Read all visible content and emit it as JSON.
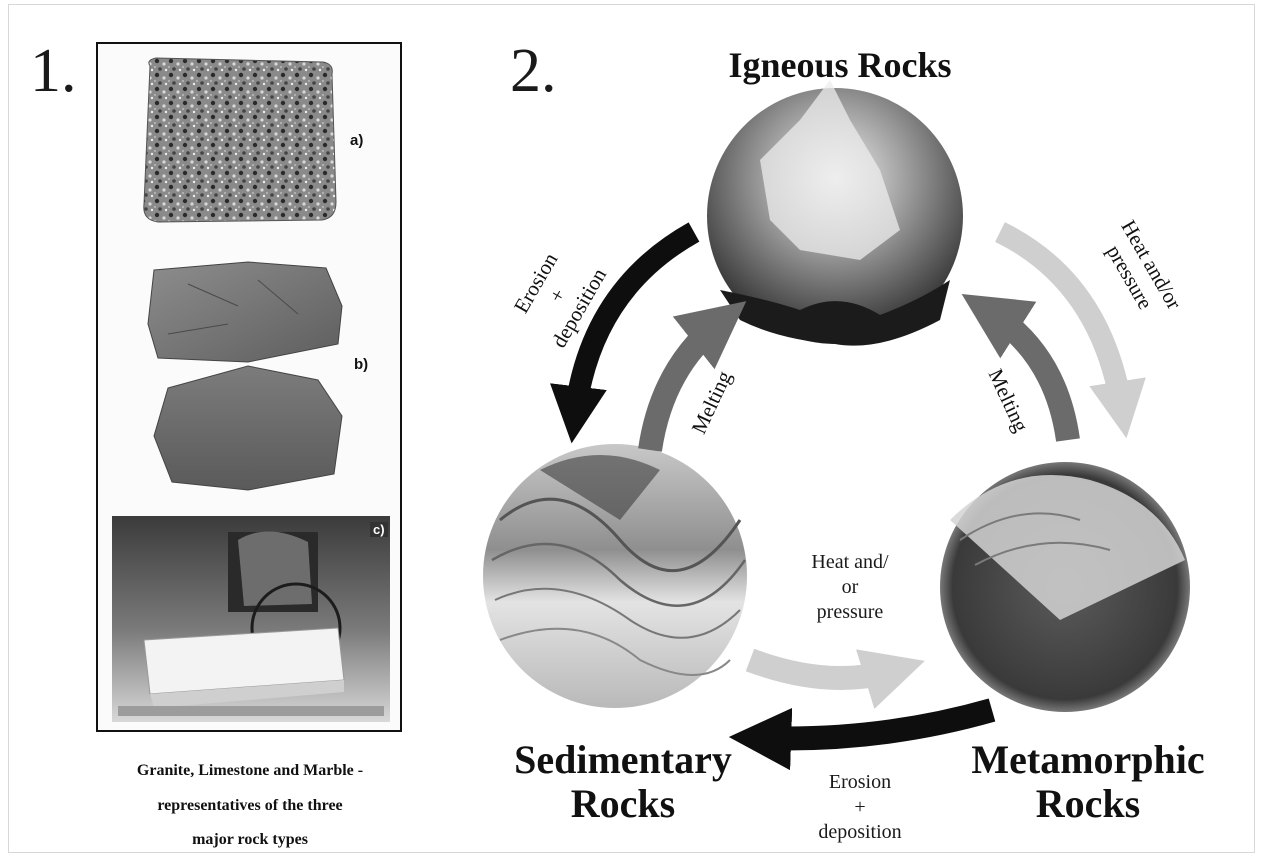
{
  "panel1": {
    "number": "1.",
    "labels": {
      "a": "a)",
      "b": "b)",
      "c": "c)"
    },
    "caption": [
      "Granite, Limestone and Marble -",
      "representatives of the three",
      "major rock types"
    ]
  },
  "panel2": {
    "number": "2.",
    "rocks": {
      "igneous": "Igneous Rocks",
      "sedimentary": [
        "Sedimentary",
        "Rocks"
      ],
      "metamorphic": [
        "Metamorphic",
        "Rocks"
      ]
    },
    "processes": {
      "left_outer": [
        "Erosion",
        "+",
        "deposition"
      ],
      "left_inner": "Melting",
      "right_outer": [
        "Heat and/or",
        "pressure"
      ],
      "right_inner": "Melting",
      "bottom_inner": [
        "Heat and/",
        "or",
        "pressure"
      ],
      "bottom_outer": [
        "Erosion",
        "+",
        "deposition"
      ]
    }
  }
}
